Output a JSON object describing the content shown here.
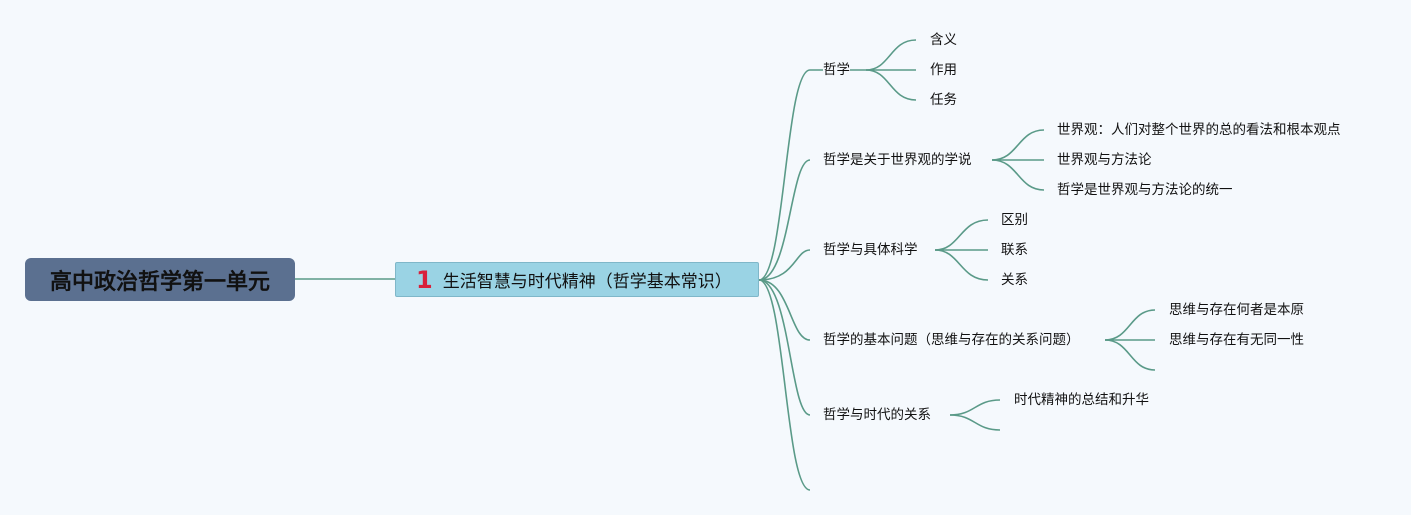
{
  "root": {
    "label": "高中政治哲学第一单元"
  },
  "main": {
    "number": "1",
    "label": "生活智慧与时代精神（哲学基本常识）"
  },
  "branches": {
    "b1": {
      "label": "哲学",
      "children": [
        "含义",
        "作用",
        "任务"
      ]
    },
    "b2": {
      "label": "哲学是关于世界观的学说",
      "children": [
        "世界观：人们对整个世界的总的看法和根本观点",
        "世界观与方法论",
        "哲学是世界观与方法论的统一"
      ]
    },
    "b3": {
      "label": "哲学与具体科学",
      "children": [
        "区别",
        "联系",
        "关系"
      ]
    },
    "b4": {
      "label": "哲学的基本问题（思维与存在的关系问题）",
      "children": [
        "思维与存在何者是本原",
        "思维与存在有无同一性"
      ]
    },
    "b5": {
      "label": "哲学与时代的关系",
      "children": [
        "时代精神的总结和升华"
      ]
    }
  },
  "colors": {
    "line": "#5a9a88",
    "root_bg": "#5b7090",
    "main_bg": "#9ad3e4",
    "number": "#d8203b"
  }
}
